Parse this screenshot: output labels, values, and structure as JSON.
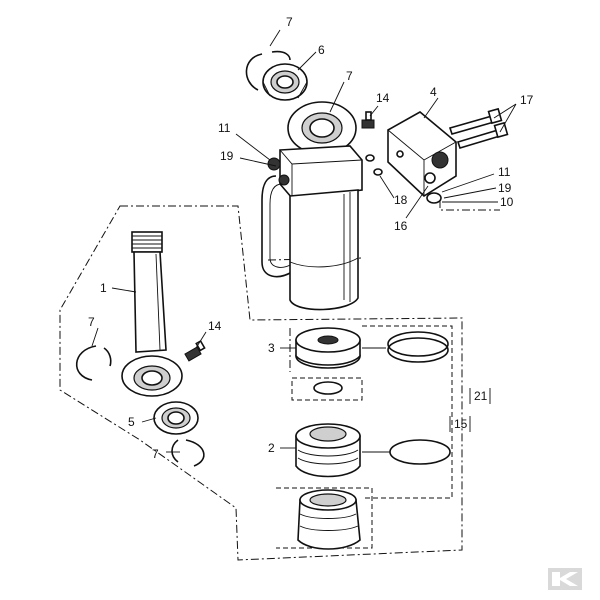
{
  "callouts": {
    "c1": "1",
    "c2": "2",
    "c3": "3",
    "c4": "4",
    "c5": "5",
    "c6": "6",
    "c7a": "7",
    "c7b": "7",
    "c7c": "7",
    "c7d": "7",
    "c10": "10",
    "c11a": "11",
    "c11b": "11",
    "c14a": "14",
    "c14b": "14",
    "c15": "15",
    "c16": "16",
    "c17": "17",
    "c18": "18",
    "c19a": "19",
    "c19b": "19",
    "c21": "21"
  },
  "colors": {
    "line": "#111111",
    "shade": "#cfcfcf",
    "logo": "#d9d9d9"
  }
}
